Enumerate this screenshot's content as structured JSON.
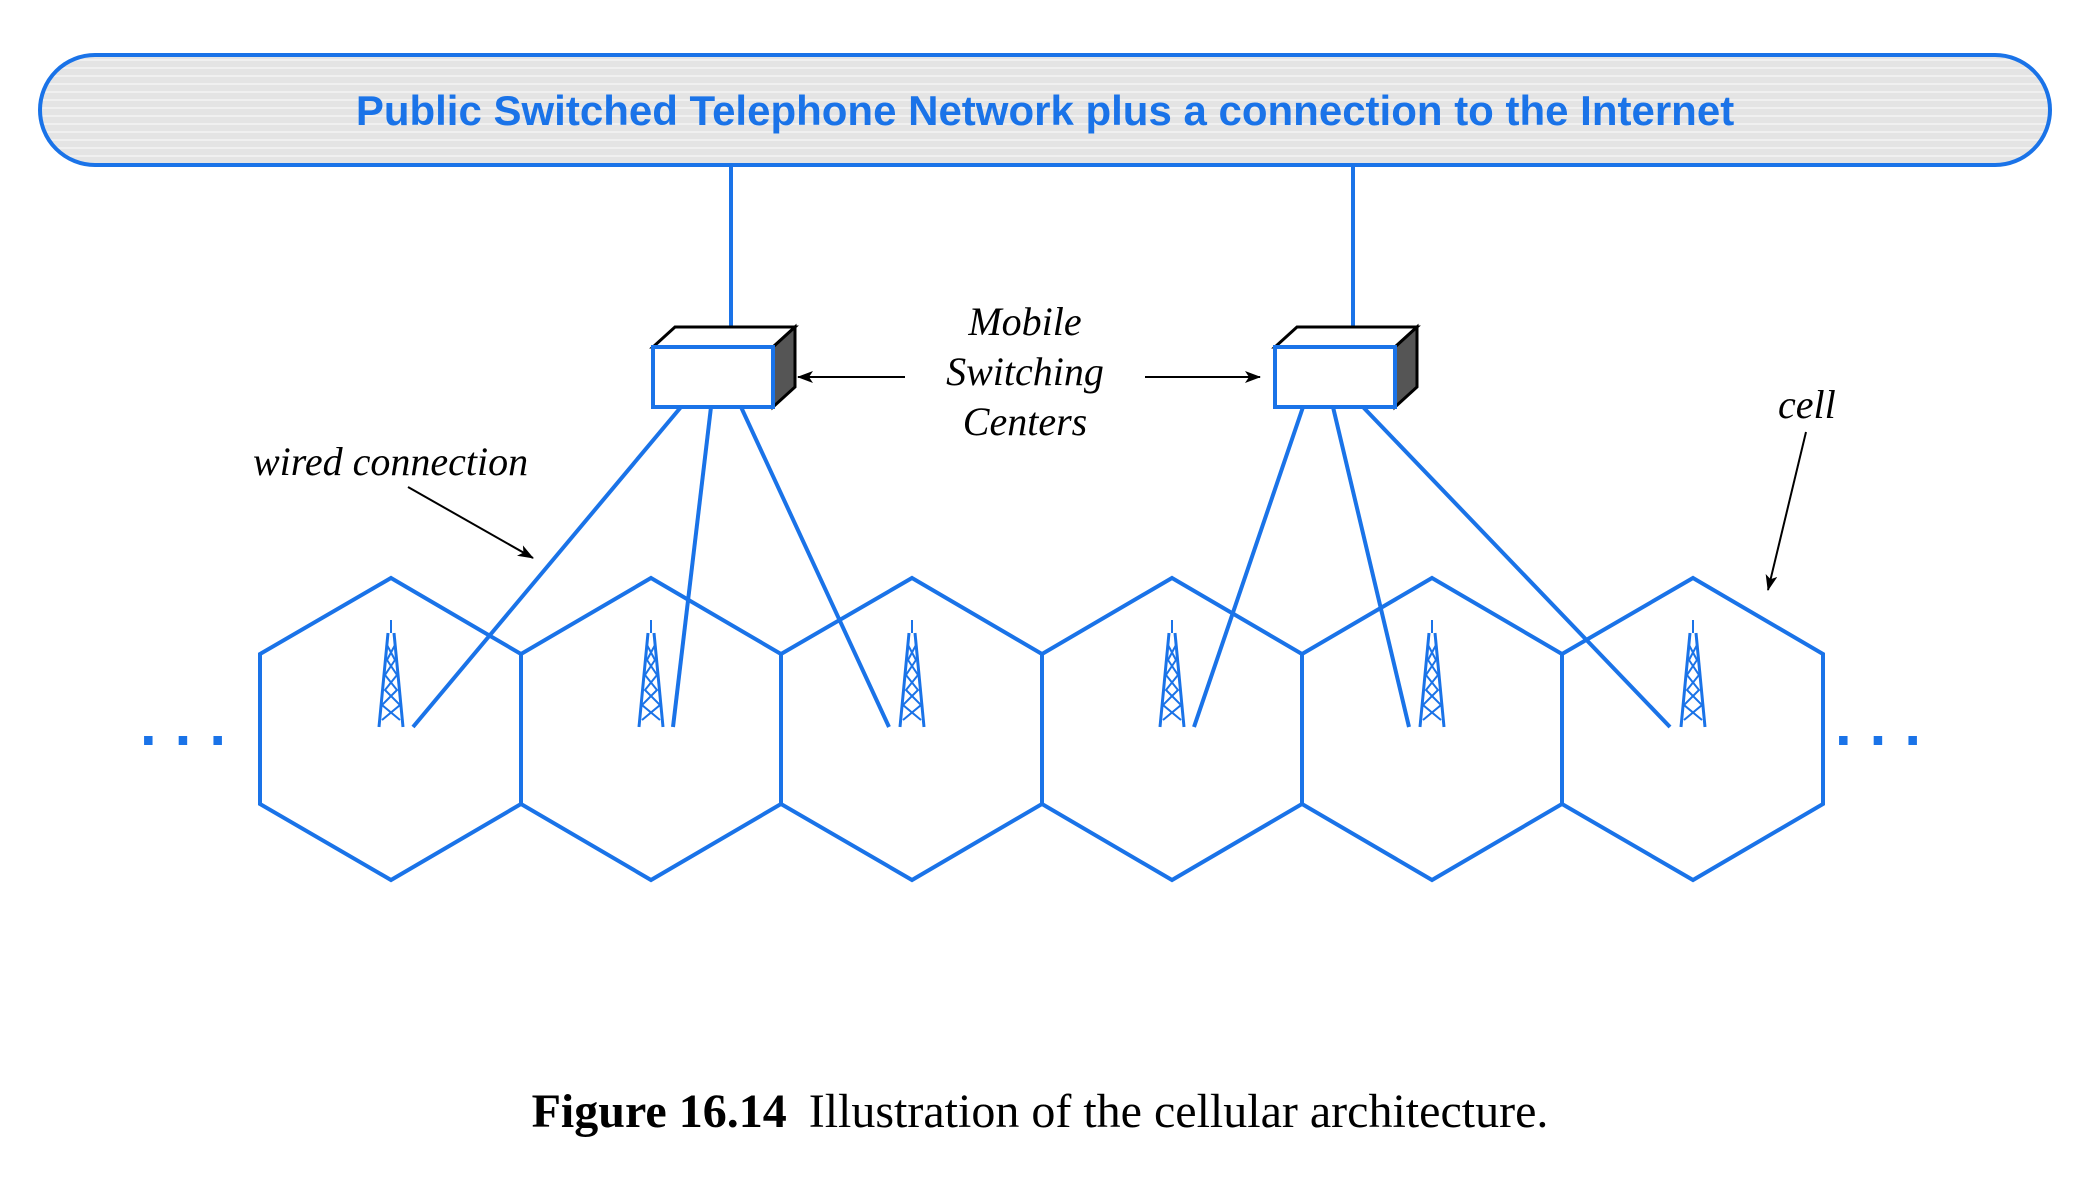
{
  "network_label": "Public Switched Telephone Network plus a connection to the Internet",
  "msc_label_lines": [
    "Mobile",
    "Switching",
    "Centers"
  ],
  "wired_label": "wired connection",
  "cell_label": "cell",
  "ellipsis_left": "...",
  "ellipsis_right": "...",
  "caption_number": "Figure 16.14",
  "caption_text": "Illustration of the cellular architecture.",
  "colors": {
    "accent": "#1a73e8",
    "cloud_fill": "#e4e4e4",
    "msc_side": "#555555"
  },
  "diagram": {
    "cells": 6,
    "towers_per_cell": 1,
    "switching_centers": 2,
    "connections": [
      {
        "from": "switching-center-1",
        "to": [
          "cell-1",
          "cell-2",
          "cell-3"
        ]
      },
      {
        "from": "switching-center-2",
        "to": [
          "cell-4",
          "cell-5",
          "cell-6"
        ]
      }
    ]
  }
}
